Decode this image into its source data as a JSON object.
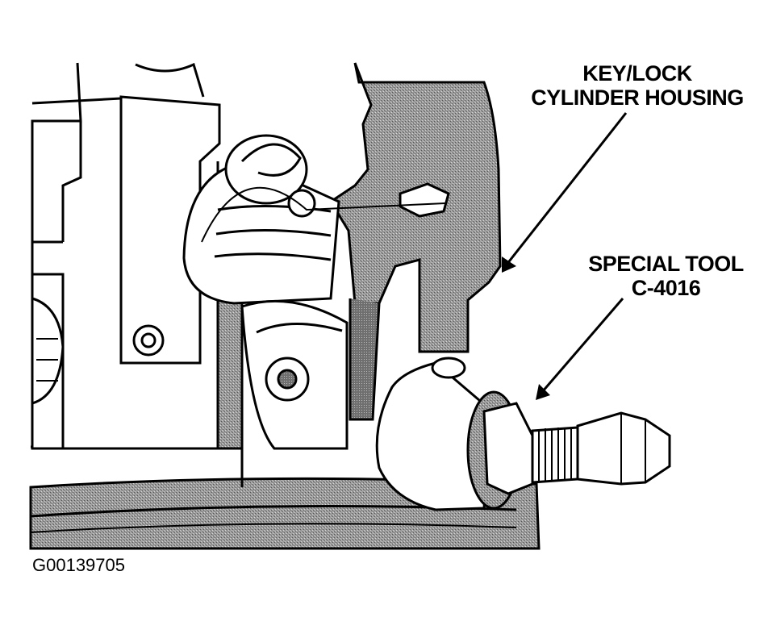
{
  "labels": {
    "housing_line1": "KEY/LOCK",
    "housing_line2": "CYLINDER HOUSING",
    "tool_line1": "SPECIAL TOOL",
    "tool_line2": "C-4016"
  },
  "figure_id": "G00139705",
  "colors": {
    "ink": "#000000",
    "paper": "#ffffff",
    "halftone": "#8a8a8a"
  }
}
